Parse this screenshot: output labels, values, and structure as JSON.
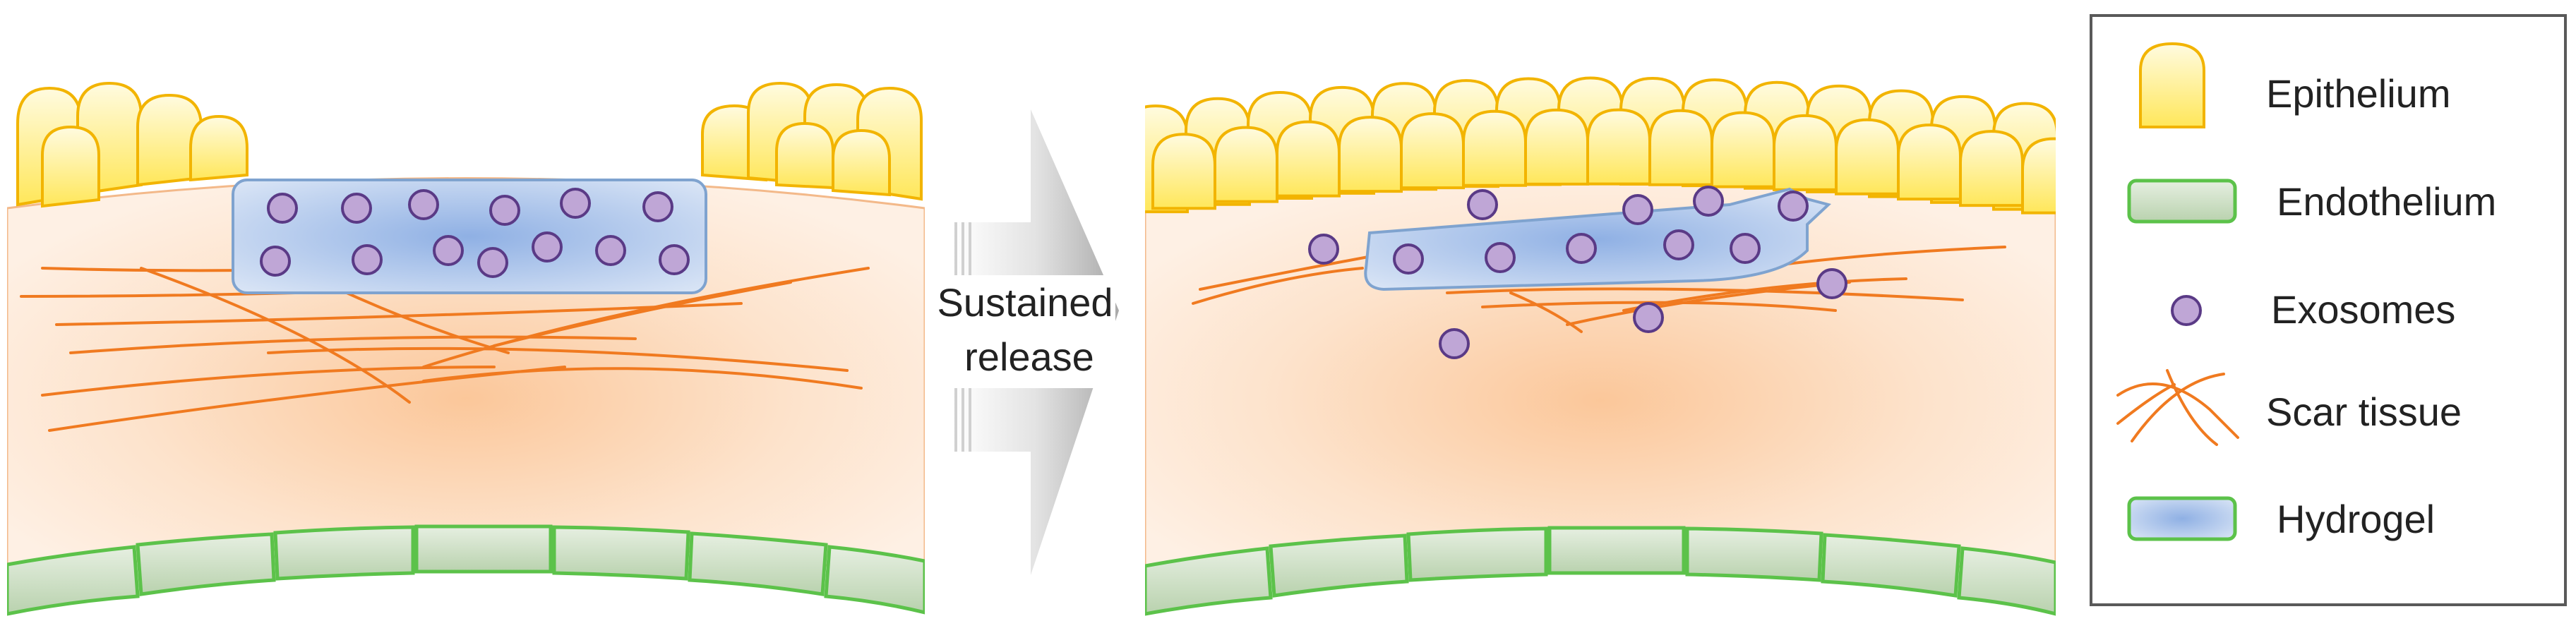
{
  "arrow": {
    "line1": "Sustained",
    "line2": "release"
  },
  "legend": {
    "epithelium": "Epithelium",
    "endothelium": "Endothelium",
    "exosomes": "Exosomes",
    "scar_tissue": "Scar tissue",
    "hydrogel": "Hydrogel"
  },
  "colors": {
    "tissue": "#fde3cc",
    "tissue_core": "#fbc79a",
    "epithelium_fill": "#fff07a",
    "epithelium_stroke": "#f2b400",
    "endothelium_fill": "#c8dcc0",
    "endothelium_stroke": "#5cc24a",
    "hydrogel_fill": "#aac4ea",
    "hydrogel_stroke": "#7fa3cf",
    "exosome_fill": "#bfa6d6",
    "exosome_stroke": "#5a3a86",
    "scar": "#f07a20",
    "arrow": "#c8c8c8"
  }
}
